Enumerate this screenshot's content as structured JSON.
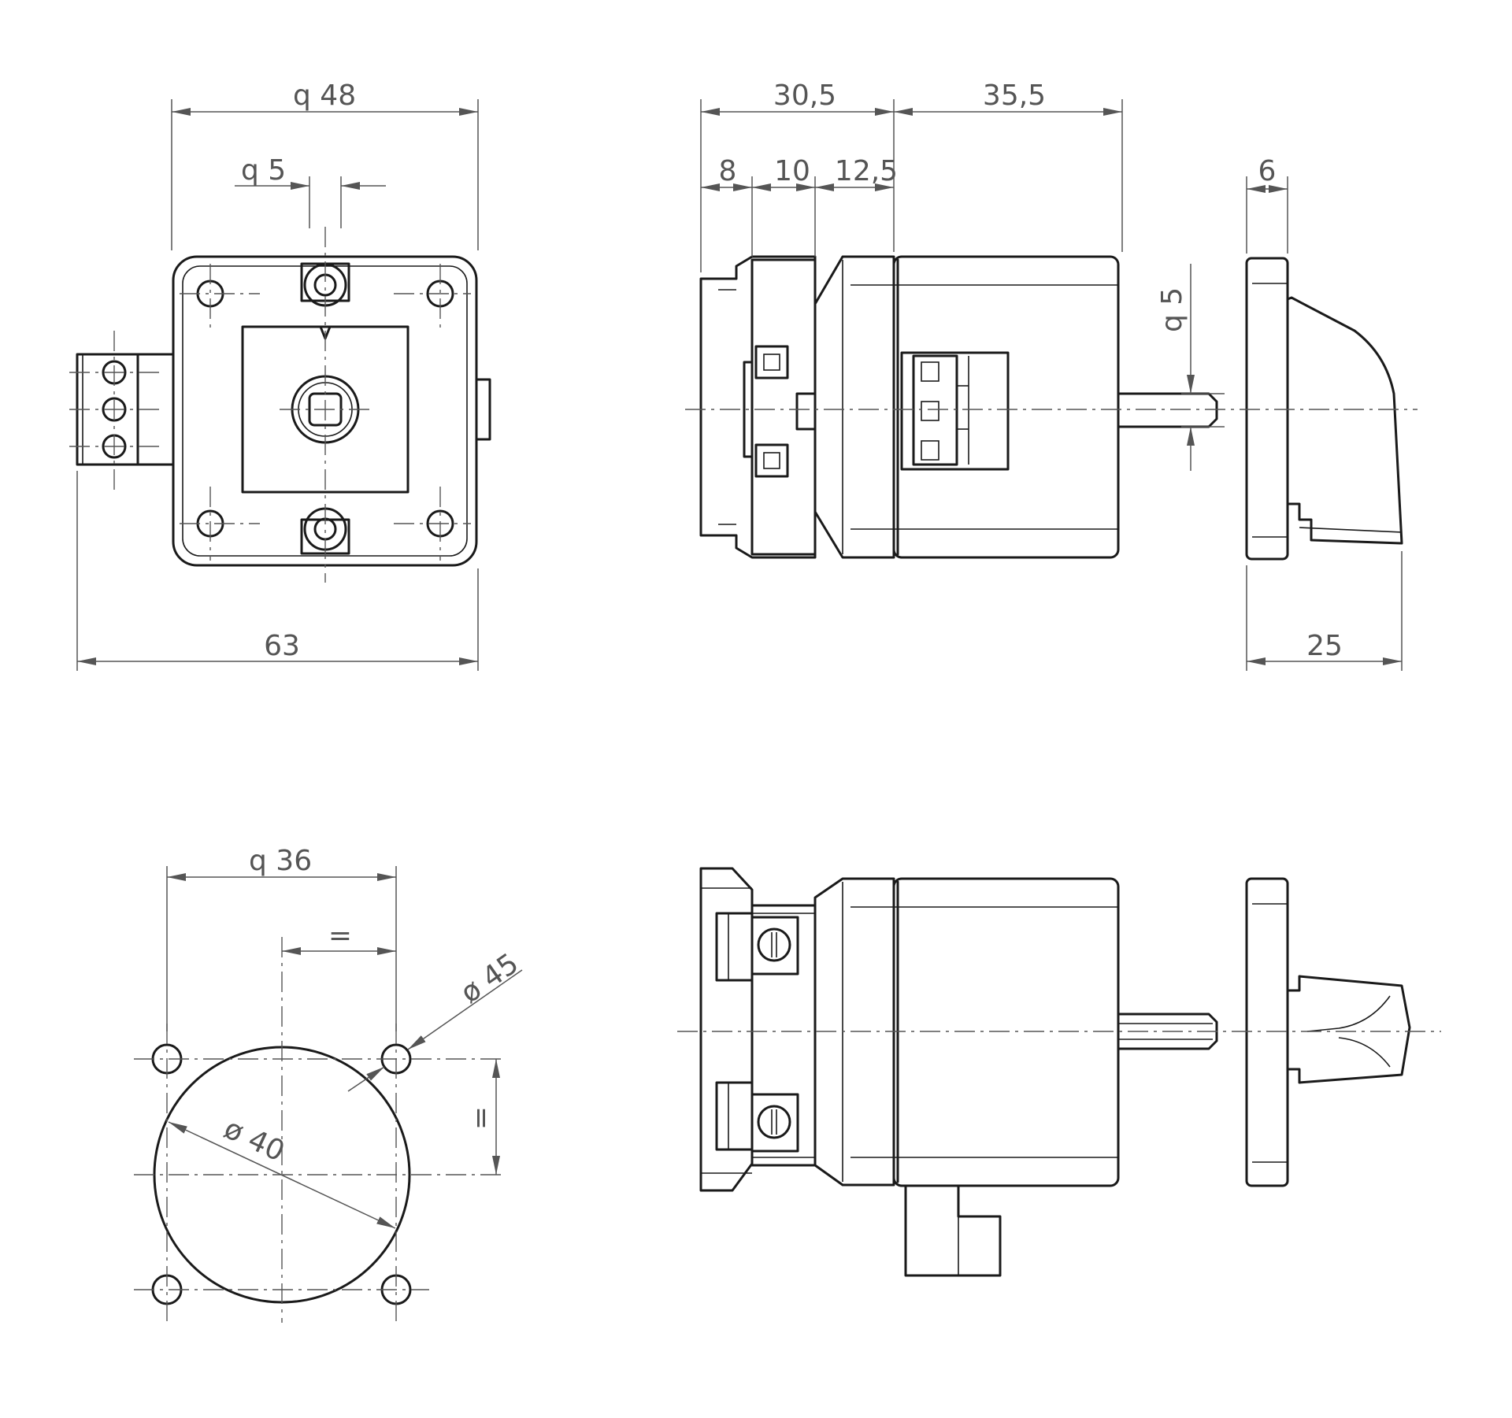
{
  "front_view": {
    "label_square_48": "q  48",
    "label_square_5": "q  5",
    "label_width_63": "63"
  },
  "side_view": {
    "label_30_5": "30,5",
    "label_35_5": "35,5",
    "label_8": "8",
    "label_10": "10",
    "label_12_5": "12,5",
    "label_square_5": "q  5",
    "label_6": "6",
    "label_25": "25"
  },
  "cutout_view": {
    "label_square_36": "q   36",
    "label_equal_top": "=",
    "label_equal_side": "=",
    "label_dia_45": "ø 45",
    "label_dia_40": "ø 40"
  }
}
